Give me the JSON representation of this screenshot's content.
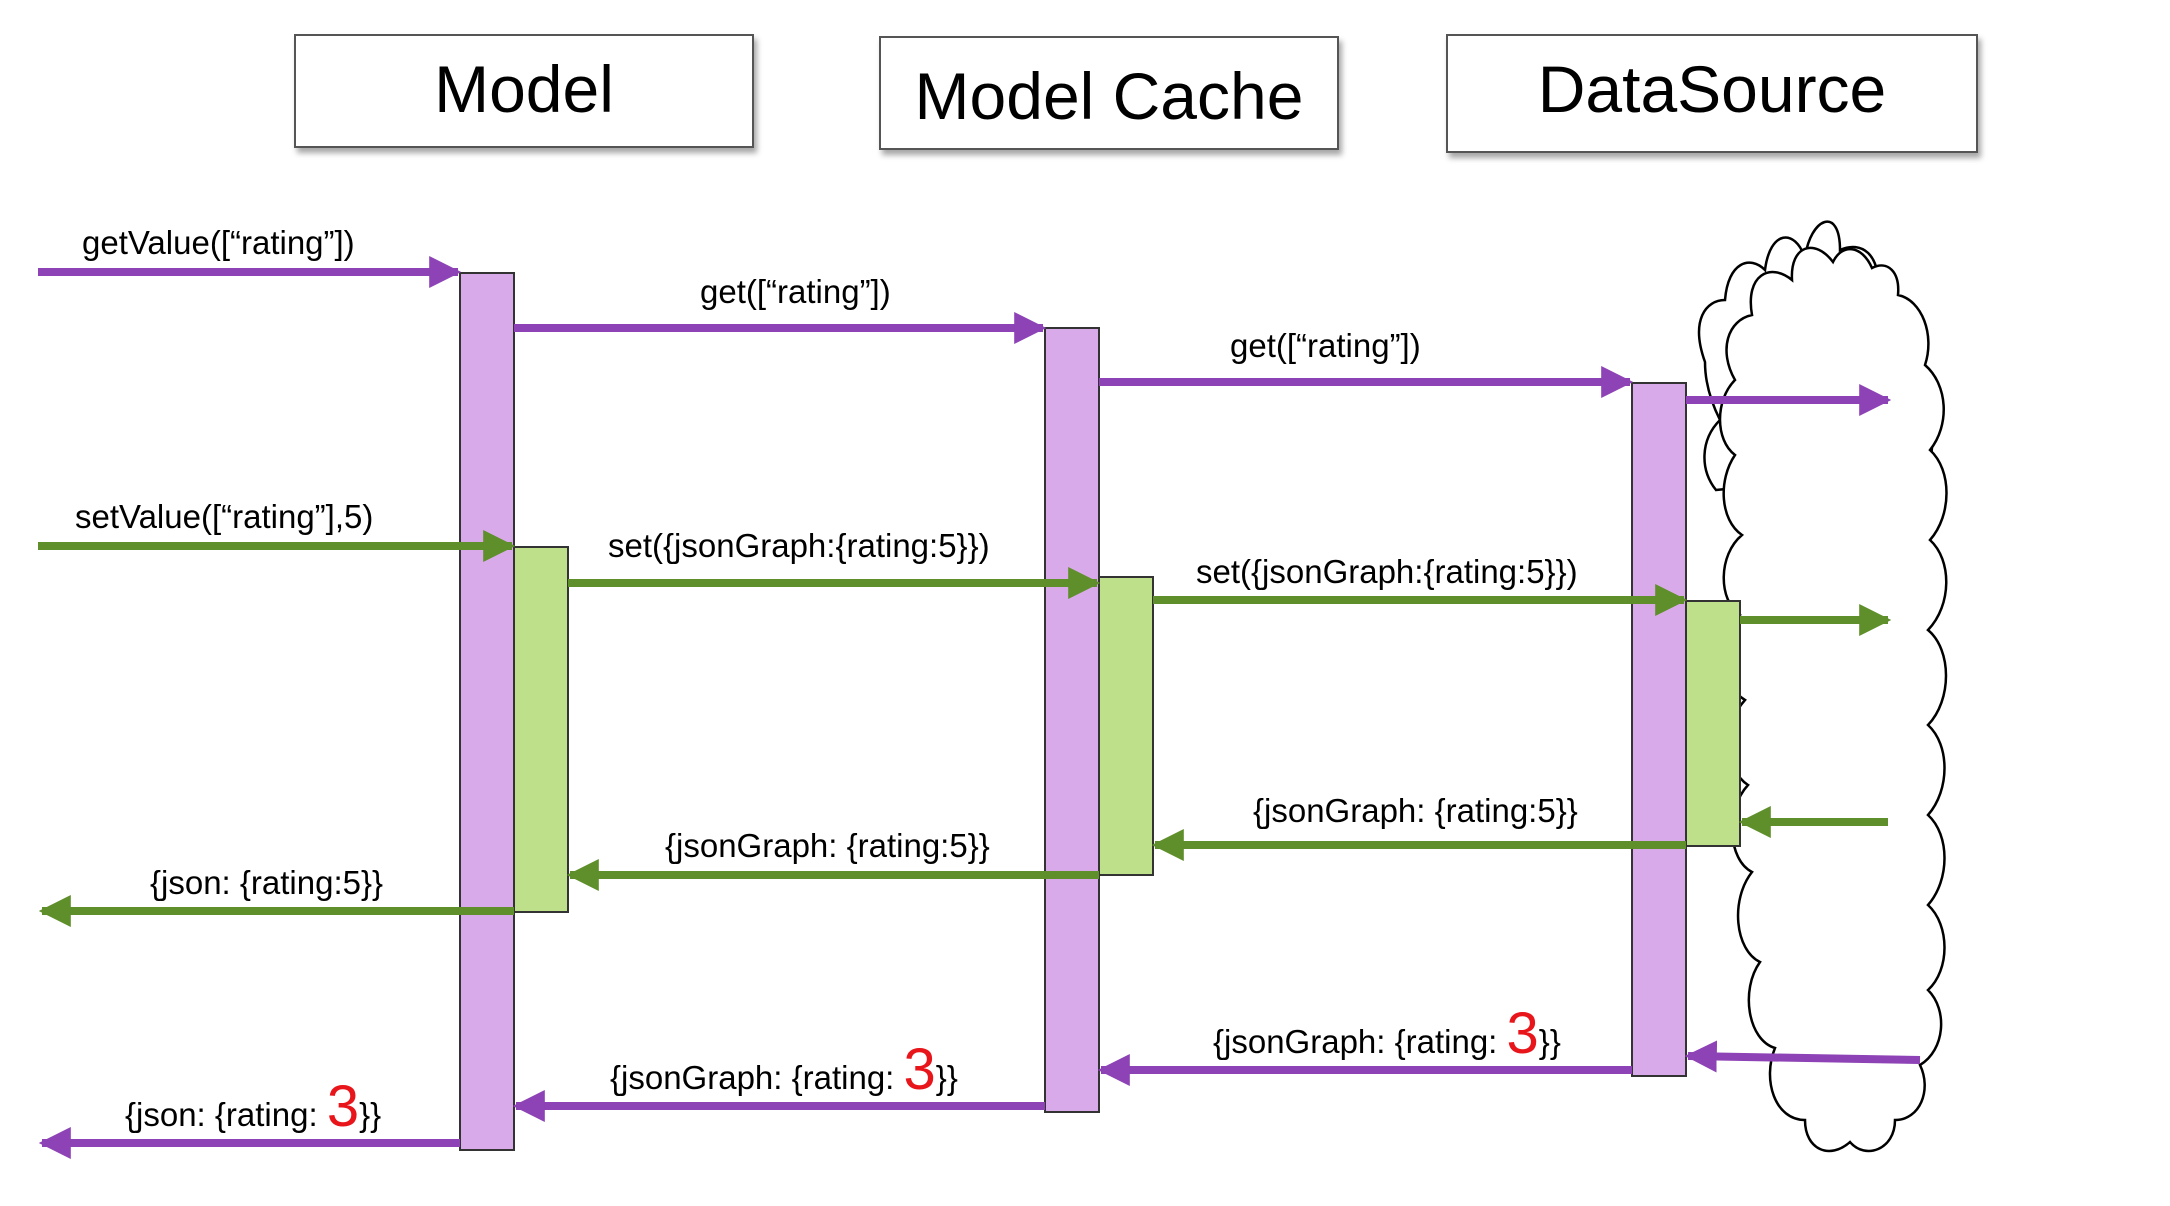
{
  "headers": {
    "model": "Model",
    "model_cache": "Model Cache",
    "datasource": "DataSource"
  },
  "colors": {
    "get_arrow": "#8d42b5",
    "set_arrow": "#5f8f2a",
    "get_bar": "#d9aaea",
    "set_bar": "#bfe08a",
    "highlight": "#e8151b"
  },
  "messages": {
    "getvalue": "getValue([“rating”])",
    "get_to_cache": "get([“rating”])",
    "get_to_datasource": "get([“rating”])",
    "setvalue": "setValue([“rating”],5)",
    "set_to_cache": "set({jsonGraph:{rating:5}})",
    "set_to_datasource": "set({jsonGraph:{rating:5}})",
    "ds_reply_5": "{jsonGraph: {rating:5}}",
    "cache_reply_5": "{jsonGraph: {rating:5}}",
    "json_reply_5": "{json: {rating:5}}",
    "ds_reply_3_prefix": "{jsonGraph: {rating: ",
    "ds_reply_3_value": "3",
    "ds_reply_3_suffix": "}}",
    "cache_reply_3_prefix": "{jsonGraph: {rating: ",
    "cache_reply_3_value": "3",
    "cache_reply_3_suffix": "}}",
    "json_reply_3_prefix": "{json: {rating: ",
    "json_reply_3_value": "3",
    "json_reply_3_suffix": "}}"
  }
}
